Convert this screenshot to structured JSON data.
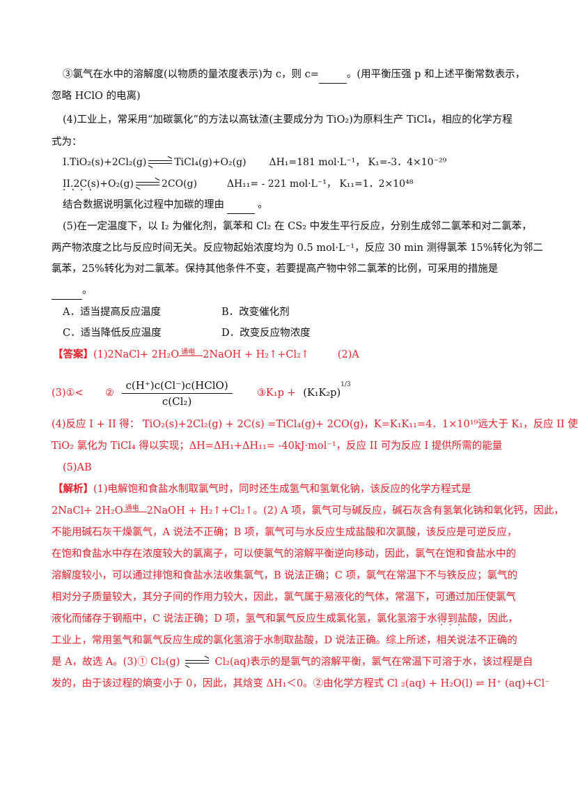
{
  "q3_line1a": "③氯气在水中的溶解度(以物质的量浓度表示)为 c，则 c=",
  "q3_line1b": "。(用平衡压强 p 和上述平衡常数表示，",
  "q3_line2": "忽略 HClO 的电离)",
  "q4_line1": "(4)工业上，常采用“加碳氯化”的方法以高钛渣(主要成分为 TiO₂)为原料生产 TiCl₄，相应的化学方程",
  "q4_line2": "式为：",
  "eqI_left": "I.TiO₂(s)+2Cl₂(g)",
  "eqI_right": "TiCl₄(g)+O₂(g)",
  "eqI_dh": "ΔH₁=181 mol·L⁻¹，",
  "eqI_k": "K₁=-3．4×10⁻²⁹",
  "eqII_left": "II.2C(s)+O₂(g)",
  "eqII_right": "2CO(g)",
  "eqII_dh": "ΔH₁₁= - 221 mol·L⁻¹，",
  "eqII_k": "K₁₁=1．2×10⁴⁸",
  "q4_line5": "结合数据说明氯化过程中加碳的理由",
  "q4_line5_end": "。",
  "q5_line1": "(5)在一定温度下，以 I₂ 为催化剂，氯苯和 Cl₂ 在 CS₂ 中发生平行反应，分别生成邻二氯苯和对二氯苯，",
  "q5_line2": "两产物浓度之比与反应时间无关。反应物起始浓度均为 0.5 mol·L⁻¹，反应 30 min 测得氯苯 15%转化为邻二",
  "q5_line3": "氯苯，25%转化为对二氯苯。保持其他条件不变，若要提高产物中邻二氯苯的比例，可采用的措施是",
  "q5_line4": "。",
  "optA": "A．适当提高反应温度",
  "optB": "B．改变催化剂",
  "optC": "C．适当降低反应温度",
  "optD": "D．改变反应物浓度",
  "ans_label": "【答案】",
  "ans1_left": "(1)2NaCl+ 2H₂O",
  "ans1_cond": "通电",
  "ans1_right": "2NaOH + H₂↑+Cl₂↑",
  "ans1_2": "(2)A",
  "ans3_a": "(3)①<",
  "ans3_b": "②",
  "frac_num": "c(H⁺)c(Cl⁻)c(HClO)",
  "frac_den": "c(Cl₂)",
  "ans3_c": "③K₁p +",
  "ans3_d": "(K₁K₂p)",
  "ans3_exp": "1/3",
  "ans4_line1": "(4)反应 I + II 得： TiO₂(s)+2Cl₂(g) + 2C(s) =TiCl₄(g)+ 2CO(g)，K=K₁K₁₁=4．1×10¹⁹远大于 K₁，反应 II 使",
  "ans4_line2": "TiO₂ 氯化为 TiCl₄ 得以实现；ΔH=ΔH₁+ΔH₁₁= -40kJ·mol⁻¹，反应 II  可为反应 I 提供所需的能量",
  "ans5": "(5)AB",
  "exp_label": "【解析】",
  "exp_line1": "(1)电解饱和食盐水制取氯气时，同时还生成氢气和氢氧化钠，该反应的化学方程式是",
  "exp_line2_left": "2NaCl+ 2H₂O",
  "exp_line2_right": "2NaOH + H₂↑+Cl₂↑。(2) A 项，氯气可与碱反应，碱石灰含有氢氧化钠和氧化钙，因此，",
  "exp_line3": "不能用碱石灰干燥氯气，A 说法不正确；B 项，氯气可与水反应生成盐酸和次氯酸，该反应是可逆反应，",
  "exp_line4": "在饱和食盐水中存在浓度较大的氯离子，可以使氯气的溶解平衡逆向移动，因此，氯气在饱和食盐水中的",
  "exp_line5": "溶解度较小，可以通过排饱和食盐水法收集氯气，B 说法正确；C 项，氯气在常温下不与铁反应；氯气的",
  "exp_line6": "相对分子质量较大，其分子间的作用力较大，因此，氯气属于易液化的气体，常温下，可通过加压使氯气",
  "exp_line7": "液化而储存于钢瓶中，C 说法正确；D 项，氢气和氯气反应生成氯化氢，氯化氢溶于水得到盐酸，因此，",
  "exp_line8": "工业上，常用氢气和氯气反应生成的氯化氢溶于水制取盐酸，D 说法正确。综上所述，相关说法不正确的",
  "exp_line9_left": "是 A，故选 A。(3)① Cl₂(g)",
  "exp_line9_right": "Cl₂(aq)表示的是氯气的溶解平衡，氯气在常温下可溶于水，该过程是自",
  "exp_line10": "发的，由于该过程的熵变小于 0，因此，其焓变 ΔH₁＜0。②由化学方程式 Cl ₂(aq) + H₂O(l)  ⇌  H⁺ (aq)+Cl⁻"
}
